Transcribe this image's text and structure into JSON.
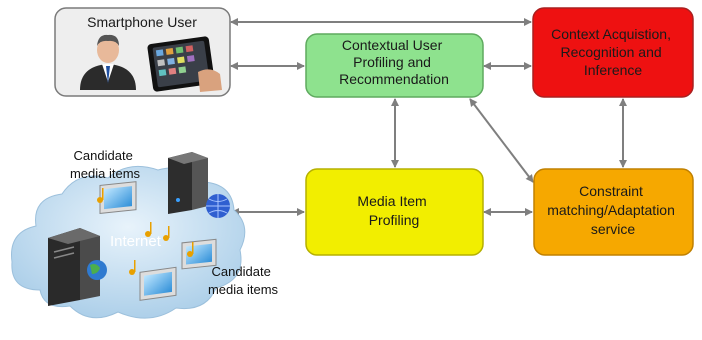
{
  "boxes": {
    "smartphone_user": {
      "lines": [
        "Smartphone User"
      ],
      "fill": "#eeeeee",
      "stroke": "#7a7a7a"
    },
    "profiling": {
      "lines": [
        "Contextual User",
        "Profiling and",
        "Recommendation"
      ],
      "fill": "#8ee28e",
      "stroke": "#5faa5f"
    },
    "context": {
      "lines": [
        "Context Acquistion,",
        "Recognition and",
        "Inference"
      ],
      "fill": "#ee1111",
      "stroke": "#aa2020"
    },
    "media_profiling": {
      "lines": [
        "Media Item",
        "Profiling"
      ],
      "fill": "#f2ee00",
      "stroke": "#b5b000"
    },
    "constraint": {
      "lines": [
        "Constraint",
        "matching/Adaptation",
        "service"
      ],
      "fill": "#f6a800",
      "stroke": "#c08000"
    }
  },
  "cloud": {
    "internet_label": "Internet",
    "candidate_top": [
      "Candidate",
      "media items"
    ],
    "candidate_bottom": [
      "Candidate",
      "media items"
    ]
  },
  "icons": [
    "user-avatar-icon",
    "tablet-icon",
    "server-icon",
    "monitor-icon",
    "globe-icon",
    "music-note-icon",
    "internet-cloud-icon"
  ],
  "colors": {
    "arrow": "#7f7f7f"
  }
}
